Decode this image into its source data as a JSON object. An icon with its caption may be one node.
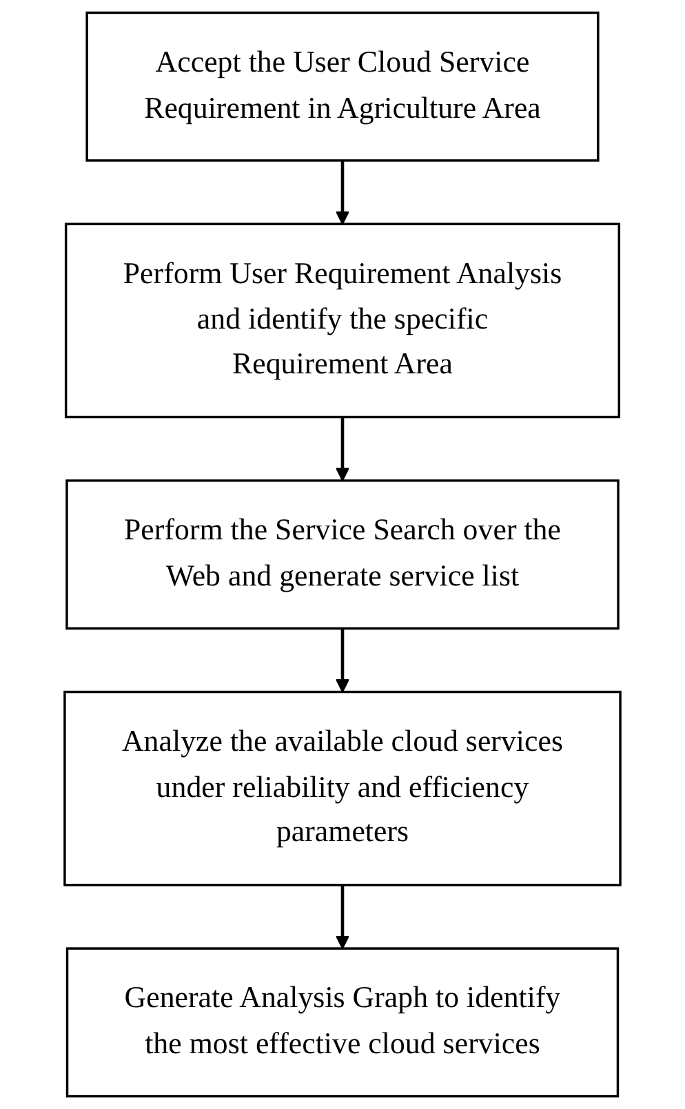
{
  "diagram": {
    "nodes": [
      {
        "text": [
          "Accept the User Cloud Service Requirement in Agriculture Area"
        ]
      },
      {
        "text": [
          "Perform User Requirement Analysis and identify the specific Requirement Area"
        ]
      },
      {
        "text": [
          "Perform the Service Search over the Web and generate service list"
        ]
      },
      {
        "text": [
          "Analyze the available cloud services under reliability and efficiency parameters"
        ]
      },
      {
        "text": [
          "Generate Analysis Graph to identify the most effective cloud services"
        ]
      }
    ],
    "edges": [
      {
        "from": 0,
        "to": 1,
        "arrow": "to"
      },
      {
        "from": 1,
        "to": 2,
        "arrow": "to"
      },
      {
        "from": 2,
        "to": 3,
        "arrow": "to"
      },
      {
        "from": 3,
        "to": 4,
        "arrow": "to"
      }
    ]
  }
}
